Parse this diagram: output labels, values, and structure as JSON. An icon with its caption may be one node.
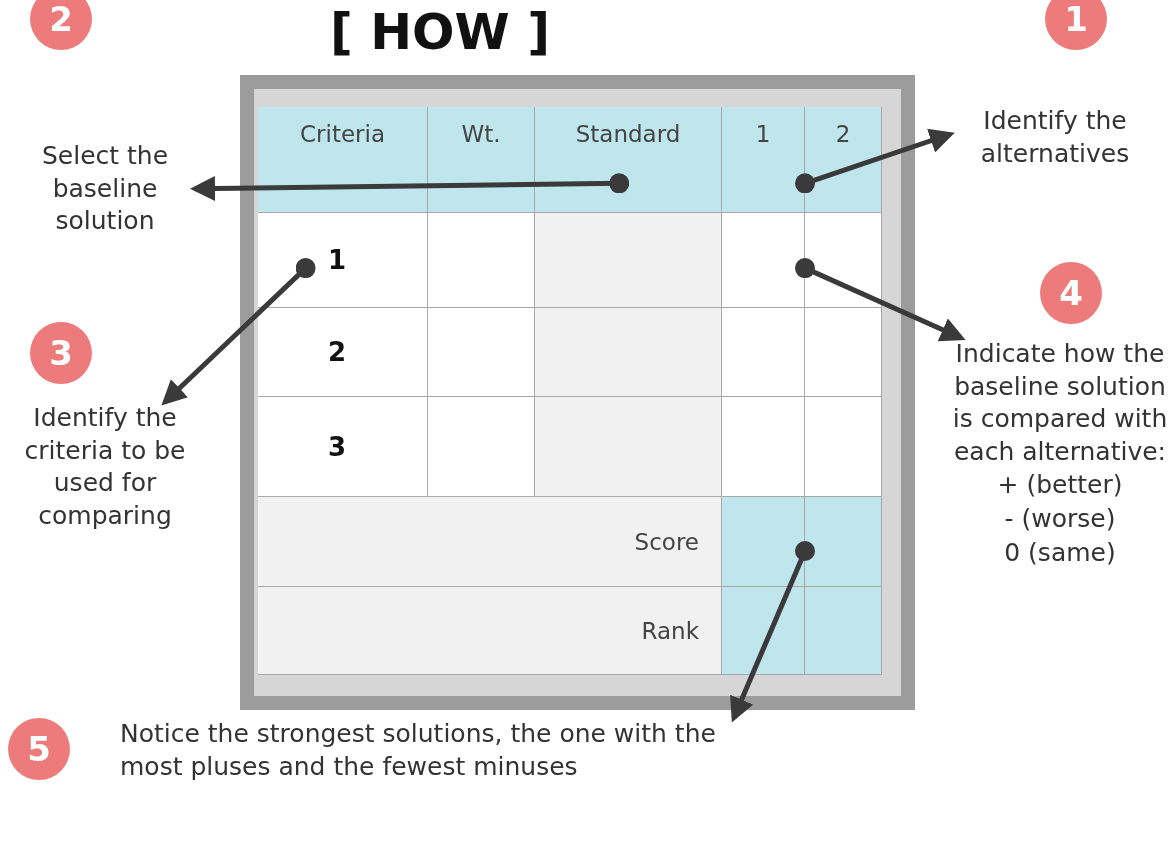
{
  "diagram": {
    "title": "[ HOW ]",
    "nodes": [
      {
        "text": [
          "2"
        ]
      },
      {
        "text": [
          "Select the baseline solution"
        ]
      },
      {
        "text": [
          "1"
        ]
      },
      {
        "text": [
          "Identify the alternatives"
        ]
      },
      {
        "text": [],
        "shape": "box"
      },
      {
        "text": [
          "Criteria"
        ],
        "in": 4
      },
      {
        "text": [
          "Wt."
        ],
        "in": 4
      },
      {
        "text": [
          "Standard"
        ],
        "in": 4
      },
      {
        "text": [
          "1"
        ],
        "in": 4
      },
      {
        "text": [
          "2"
        ],
        "in": 4
      },
      {
        "text": [
          "1"
        ],
        "in": 4
      },
      {
        "text": [],
        "shape": "box",
        "in": 4
      },
      {
        "text": [],
        "shape": "box",
        "in": 4
      },
      {
        "text": [],
        "shape": "box",
        "in": 4
      },
      {
        "text": [],
        "shape": "box",
        "in": 4
      },
      {
        "text": [
          "2"
        ],
        "in": 4
      },
      {
        "text": [],
        "shape": "box",
        "in": 4
      },
      {
        "text": [],
        "shape": "box",
        "in": 4
      },
      {
        "text": [],
        "shape": "box",
        "in": 4
      },
      {
        "text": [],
        "shape": "box",
        "in": 4
      },
      {
        "text": [
          "3"
        ],
        "in": 4
      },
      {
        "text": [],
        "shape": "box",
        "in": 4
      },
      {
        "text": [],
        "shape": "box",
        "in": 4
      },
      {
        "text": [],
        "shape": "box",
        "in": 4
      },
      {
        "text": [],
        "shape": "box",
        "in": 4
      },
      {
        "text": [
          "Score"
        ],
        "in": 4
      },
      {
        "text": [],
        "shape": "box",
        "in": 4
      },
      {
        "text": [],
        "shape": "box",
        "in": 4
      },
      {
        "text": [
          "Rank"
        ],
        "in": 4
      },
      {
        "text": [],
        "shape": "box",
        "in": 4
      },
      {
        "text": [],
        "shape": "box",
        "in": 4
      },
      {
        "text": [
          "3"
        ]
      },
      {
        "text": [
          "Identify the criteria to be used for comparing"
        ]
      },
      {
        "text": [
          "4"
        ]
      },
      {
        "text": [
          "Indicate how the baseline solution is compared with each alternative:",
          "+ (better)",
          "- (worse)",
          "0 (same)"
        ]
      },
      {
        "text": [
          "5"
        ]
      },
      {
        "text": [
          "Notice the strongest solutions, the one with the most pluses and the fewest minuses"
        ]
      }
    ],
    "edges": [
      {
        "from": 7,
        "to": 1,
        "arrow": "to"
      },
      {
        "from": 8,
        "to": 3,
        "arrow": "to"
      },
      {
        "from": 10,
        "to": 32,
        "arrow": "to"
      },
      {
        "from": 13,
        "to": 34,
        "arrow": "to"
      },
      {
        "from": 26,
        "to": 36,
        "arrow": "to"
      }
    ]
  }
}
